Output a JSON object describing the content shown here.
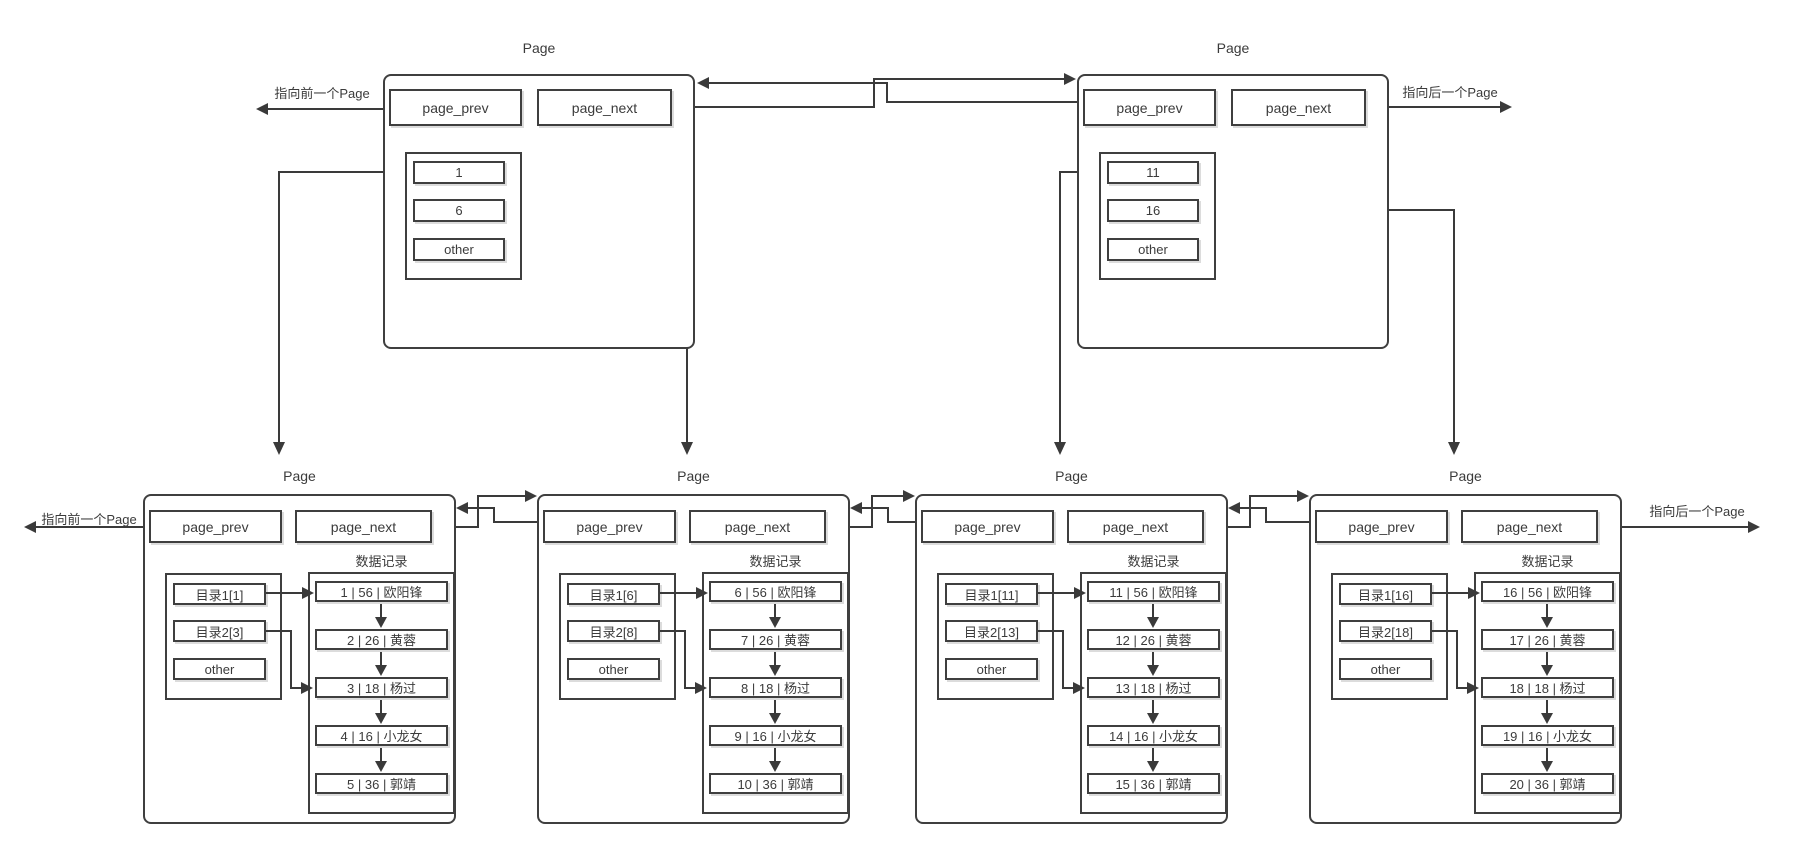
{
  "colors": {
    "line": "#3a3a3a",
    "text": "#3b3b3b",
    "background": "#ffffff"
  },
  "pointer_labels": {
    "prev_top": "指向前一个Page",
    "next_top": "指向后一个Page",
    "prev_bottom": "指向前一个Page",
    "next_bottom": "指向后一个Page"
  },
  "index_pages": [
    {
      "title": "Page",
      "page_prev_label": "page_prev",
      "page_next_label": "page_next",
      "keys": [
        "1",
        "6",
        "other"
      ]
    },
    {
      "title": "Page",
      "page_prev_label": "page_prev",
      "page_next_label": "page_next",
      "keys": [
        "11",
        "16",
        "other"
      ]
    }
  ],
  "leaf_pages": [
    {
      "title": "Page",
      "page_prev_label": "page_prev",
      "page_next_label": "page_next",
      "records_label": "数据记录",
      "directory": [
        "目录1[1]",
        "目录2[3]",
        "other"
      ],
      "records": [
        "1 | 56 | 欧阳锋",
        "2 | 26 | 黄蓉",
        "3 | 18 | 杨过",
        "4 | 16 | 小龙女",
        "5 | 36 | 郭靖"
      ]
    },
    {
      "title": "Page",
      "page_prev_label": "page_prev",
      "page_next_label": "page_next",
      "records_label": "数据记录",
      "directory": [
        "目录1[6]",
        "目录2[8]",
        "other"
      ],
      "records": [
        "6 | 56 | 欧阳锋",
        "7 | 26 | 黄蓉",
        "8 | 18 | 杨过",
        "9 | 16 | 小龙女",
        "10 | 36 | 郭靖"
      ]
    },
    {
      "title": "Page",
      "page_prev_label": "page_prev",
      "page_next_label": "page_next",
      "records_label": "数据记录",
      "directory": [
        "目录1[11]",
        "目录2[13]",
        "other"
      ],
      "records": [
        "11 | 56 | 欧阳锋",
        "12 | 26 | 黄蓉",
        "13 | 18 | 杨过",
        "14 | 16 | 小龙女",
        "15 | 36 | 郭靖"
      ]
    },
    {
      "title": "Page",
      "page_prev_label": "page_prev",
      "page_next_label": "page_next",
      "records_label": "数据记录",
      "directory": [
        "目录1[16]",
        "目录2[18]",
        "other"
      ],
      "records": [
        "16 | 56 | 欧阳锋",
        "17 | 26 | 黄蓉",
        "18 | 18 | 杨过",
        "19 | 16 | 小龙女",
        "20 | 36 | 郭靖"
      ]
    }
  ]
}
